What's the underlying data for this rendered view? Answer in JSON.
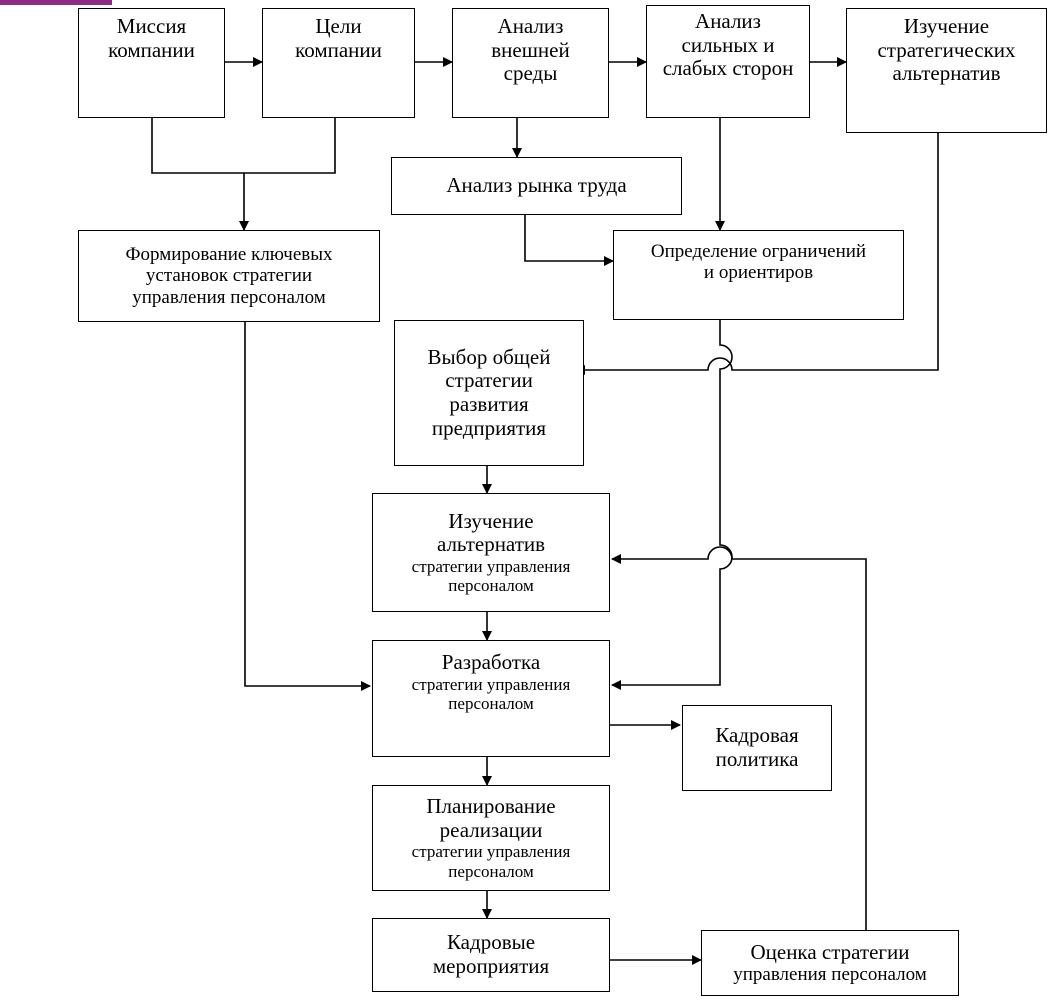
{
  "accent_color": "#8e2a86",
  "blocks": {
    "mission": [
      "Миссия",
      "компании"
    ],
    "goals": [
      "Цели",
      "компании"
    ],
    "external_analysis": [
      "Анализ",
      "внешней",
      "среды"
    ],
    "swot": [
      "Анализ",
      "сильных и",
      "слабых сторон"
    ],
    "strategic_alternatives": [
      "Изучение",
      "стратегических",
      "альтернатив"
    ],
    "labor_market": [
      "Анализ рынка труда"
    ],
    "key_settings": [
      "Формирование ключевых",
      "установок  стратегии",
      "управления персоналом"
    ],
    "constraints": [
      "Определение ограничений",
      "и ориентиров"
    ],
    "general_strategy": [
      "Выбор  общей",
      "стратегии",
      "развития",
      "предприятия"
    ],
    "hr_alternatives": [
      "Изучение",
      "альтернатив",
      "стратегии управления",
      "персоналом"
    ],
    "hr_development": [
      "Разработка",
      "стратегии управления",
      "персоналом"
    ],
    "hr_policy": [
      "Кадровая",
      "политика"
    ],
    "implementation_planning": [
      "Планирование",
      "реализации",
      "стратегии управления",
      "персоналом"
    ],
    "hr_activities": [
      "Кадровые",
      "мероприятия"
    ],
    "evaluation": [
      "Оценка   стратегии",
      "управления персоналом"
    ]
  }
}
